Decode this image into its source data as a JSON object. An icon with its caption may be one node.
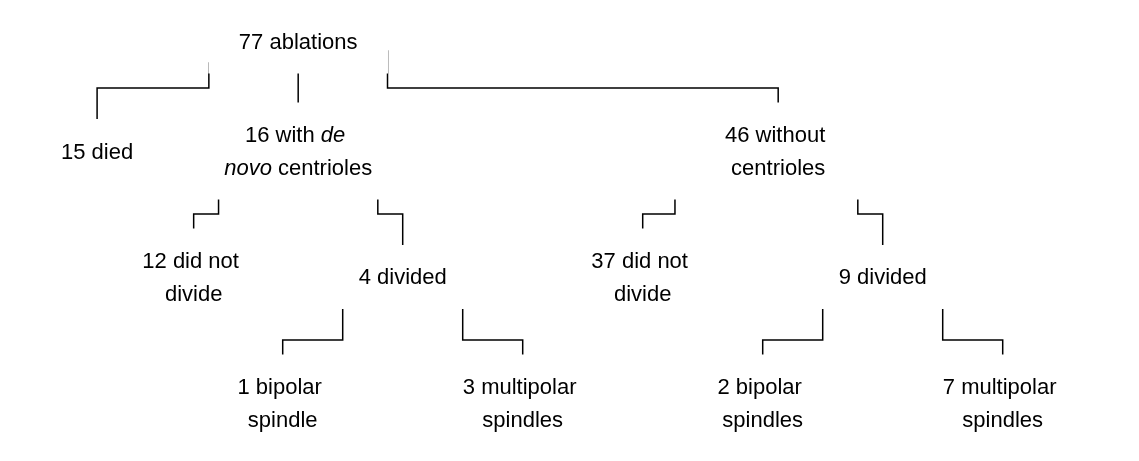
{
  "diagram": {
    "nodes": [
      {
        "text": [
          "77 ablations"
        ]
      },
      {
        "text": [
          "15 died"
        ]
      },
      {
        "text": [
          "16 with *de novo* centrioles"
        ]
      },
      {
        "text": [
          "46 without centrioles"
        ]
      },
      {
        "text": [
          "12 did not divide"
        ]
      },
      {
        "text": [
          "4 divided"
        ]
      },
      {
        "text": [
          "37 did not divide"
        ]
      },
      {
        "text": [
          "9 divided"
        ]
      },
      {
        "text": [
          "1 bipolar spindle"
        ]
      },
      {
        "text": [
          "3 multipolar spindles"
        ]
      },
      {
        "text": [
          "2 bipolar spindles"
        ]
      },
      {
        "text": [
          "7 multipolar spindles"
        ]
      }
    ],
    "edges": [
      {
        "from": 0,
        "to": 1,
        "arrow": "none"
      },
      {
        "from": 0,
        "to": 2,
        "arrow": "none"
      },
      {
        "from": 0,
        "to": 3,
        "arrow": "none"
      },
      {
        "from": 2,
        "to": 4,
        "arrow": "none"
      },
      {
        "from": 2,
        "to": 5,
        "arrow": "none"
      },
      {
        "from": 3,
        "to": 6,
        "arrow": "none"
      },
      {
        "from": 3,
        "to": 7,
        "arrow": "none"
      },
      {
        "from": 5,
        "to": 8,
        "arrow": "none"
      },
      {
        "from": 5,
        "to": 9,
        "arrow": "none"
      },
      {
        "from": 7,
        "to": 10,
        "arrow": "none"
      },
      {
        "from": 7,
        "to": 11,
        "arrow": "none"
      }
    ]
  }
}
